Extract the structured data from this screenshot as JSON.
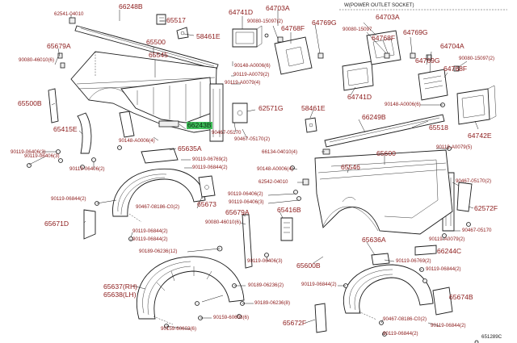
{
  "labels": [
    {
      "key": "l01",
      "text": "66248B"
    },
    {
      "key": "l02",
      "text": "62541-04010"
    },
    {
      "key": "l03",
      "text": "65517"
    },
    {
      "key": "l04",
      "text": "58461E"
    },
    {
      "key": "l05",
      "text": "65679A"
    },
    {
      "key": "l06",
      "text": "90080-46010(6)"
    },
    {
      "key": "l07",
      "text": "65500"
    },
    {
      "key": "l08",
      "text": "65545"
    },
    {
      "key": "l09",
      "text": "64741D"
    },
    {
      "key": "l10",
      "text": "90080-15097(2)"
    },
    {
      "key": "l11",
      "text": "64703A"
    },
    {
      "key": "l12",
      "text": "64768F"
    },
    {
      "key": "l13",
      "text": "64769G"
    },
    {
      "key": "l14",
      "text": "W(POWER OUTLET SOCKET)"
    },
    {
      "key": "l15",
      "text": "64703A"
    },
    {
      "key": "l16",
      "text": "90080-15097"
    },
    {
      "key": "l17",
      "text": "64768F"
    },
    {
      "key": "l18",
      "text": "64769G"
    },
    {
      "key": "l19",
      "text": "64704A"
    },
    {
      "key": "l20",
      "text": "64769G"
    },
    {
      "key": "l21",
      "text": "90080-15097(2)"
    },
    {
      "key": "l22",
      "text": "64768F"
    },
    {
      "key": "l23",
      "text": "90148-A0006(6)"
    },
    {
      "key": "l24",
      "text": "90119-A0079(2)"
    },
    {
      "key": "l25",
      "text": "90119-A0079(4)"
    },
    {
      "key": "l26",
      "text": "65500B"
    },
    {
      "key": "l27",
      "text": "64741D"
    },
    {
      "key": "l28",
      "text": "62571G"
    },
    {
      "key": "l29",
      "text": "58461E"
    },
    {
      "key": "l30",
      "text": "90148-A0006(6)"
    },
    {
      "key": "l31",
      "text": "66249B"
    },
    {
      "key": "l32",
      "text": "65518"
    },
    {
      "key": "l33",
      "text": "64742E"
    },
    {
      "key": "l34",
      "text": "65415E"
    },
    {
      "key": "l35",
      "text": "66243B"
    },
    {
      "key": "l36",
      "text": "90467-05170"
    },
    {
      "key": "l37",
      "text": "90467-05170(2)"
    },
    {
      "key": "l38",
      "text": "90148-A0006(4)"
    },
    {
      "key": "l39",
      "text": "90119-A0079(5)"
    },
    {
      "key": "l40",
      "text": "66134-04010(4)"
    },
    {
      "key": "l41",
      "text": "65600"
    },
    {
      "key": "l42",
      "text": "90119-06406(3)"
    },
    {
      "key": "l43",
      "text": "65635A"
    },
    {
      "key": "l44",
      "text": "90119-06769(2)"
    },
    {
      "key": "l45",
      "text": "90119-06844(2)"
    },
    {
      "key": "l46",
      "text": "90119-06406(2)"
    },
    {
      "key": "l47",
      "text": "90119-06406(3)"
    },
    {
      "key": "l48",
      "text": "90148-A0006(4)"
    },
    {
      "key": "l49",
      "text": "65546"
    },
    {
      "key": "l50",
      "text": "62542-04010"
    },
    {
      "key": "l51",
      "text": "90467-05170(2)"
    },
    {
      "key": "l52",
      "text": "90119-06406(2)"
    },
    {
      "key": "l53",
      "text": "90119-06406(3)"
    },
    {
      "key": "l54",
      "text": "90119-06844(2)"
    },
    {
      "key": "l55",
      "text": "90467-08186-C0(2)"
    },
    {
      "key": "l56",
      "text": "65673"
    },
    {
      "key": "l57",
      "text": "65679A"
    },
    {
      "key": "l58",
      "text": "65416B"
    },
    {
      "key": "l59",
      "text": "90080-46010(6)"
    },
    {
      "key": "l60",
      "text": "62572F"
    },
    {
      "key": "l61",
      "text": "65671D"
    },
    {
      "key": "l62",
      "text": "90119-06844(2)"
    },
    {
      "key": "l63",
      "text": "90119-06844(2)"
    },
    {
      "key": "l64",
      "text": "90467-05170"
    },
    {
      "key": "l65",
      "text": "90119-A0079(2)"
    },
    {
      "key": "l66",
      "text": "90119-06406(3)"
    },
    {
      "key": "l67",
      "text": "66244C"
    },
    {
      "key": "l68",
      "text": "65636A"
    },
    {
      "key": "l69",
      "text": "90119-06769(2)"
    },
    {
      "key": "l70",
      "text": "90189-06236(12)"
    },
    {
      "key": "l71",
      "text": "65600B"
    },
    {
      "key": "l72",
      "text": "90119-06844(2)"
    },
    {
      "key": "l73",
      "text": "65637(RH)"
    },
    {
      "key": "l74",
      "text": "65638(LH)"
    },
    {
      "key": "l75",
      "text": "90189-06236(2)"
    },
    {
      "key": "l76",
      "text": "90119-06844(2)"
    },
    {
      "key": "l77",
      "text": "90189-06236(8)"
    },
    {
      "key": "l78",
      "text": "90159-60603(6)"
    },
    {
      "key": "l79",
      "text": "65674B"
    },
    {
      "key": "l80",
      "text": "90467-08186-C0(2)"
    },
    {
      "key": "l81",
      "text": "90159-60603(6)"
    },
    {
      "key": "l82",
      "text": "90119-06844(2)"
    },
    {
      "key": "l83",
      "text": "90119-06844(2)"
    },
    {
      "key": "l84",
      "text": "65672F"
    },
    {
      "key": "l85",
      "text": "651289C"
    }
  ]
}
